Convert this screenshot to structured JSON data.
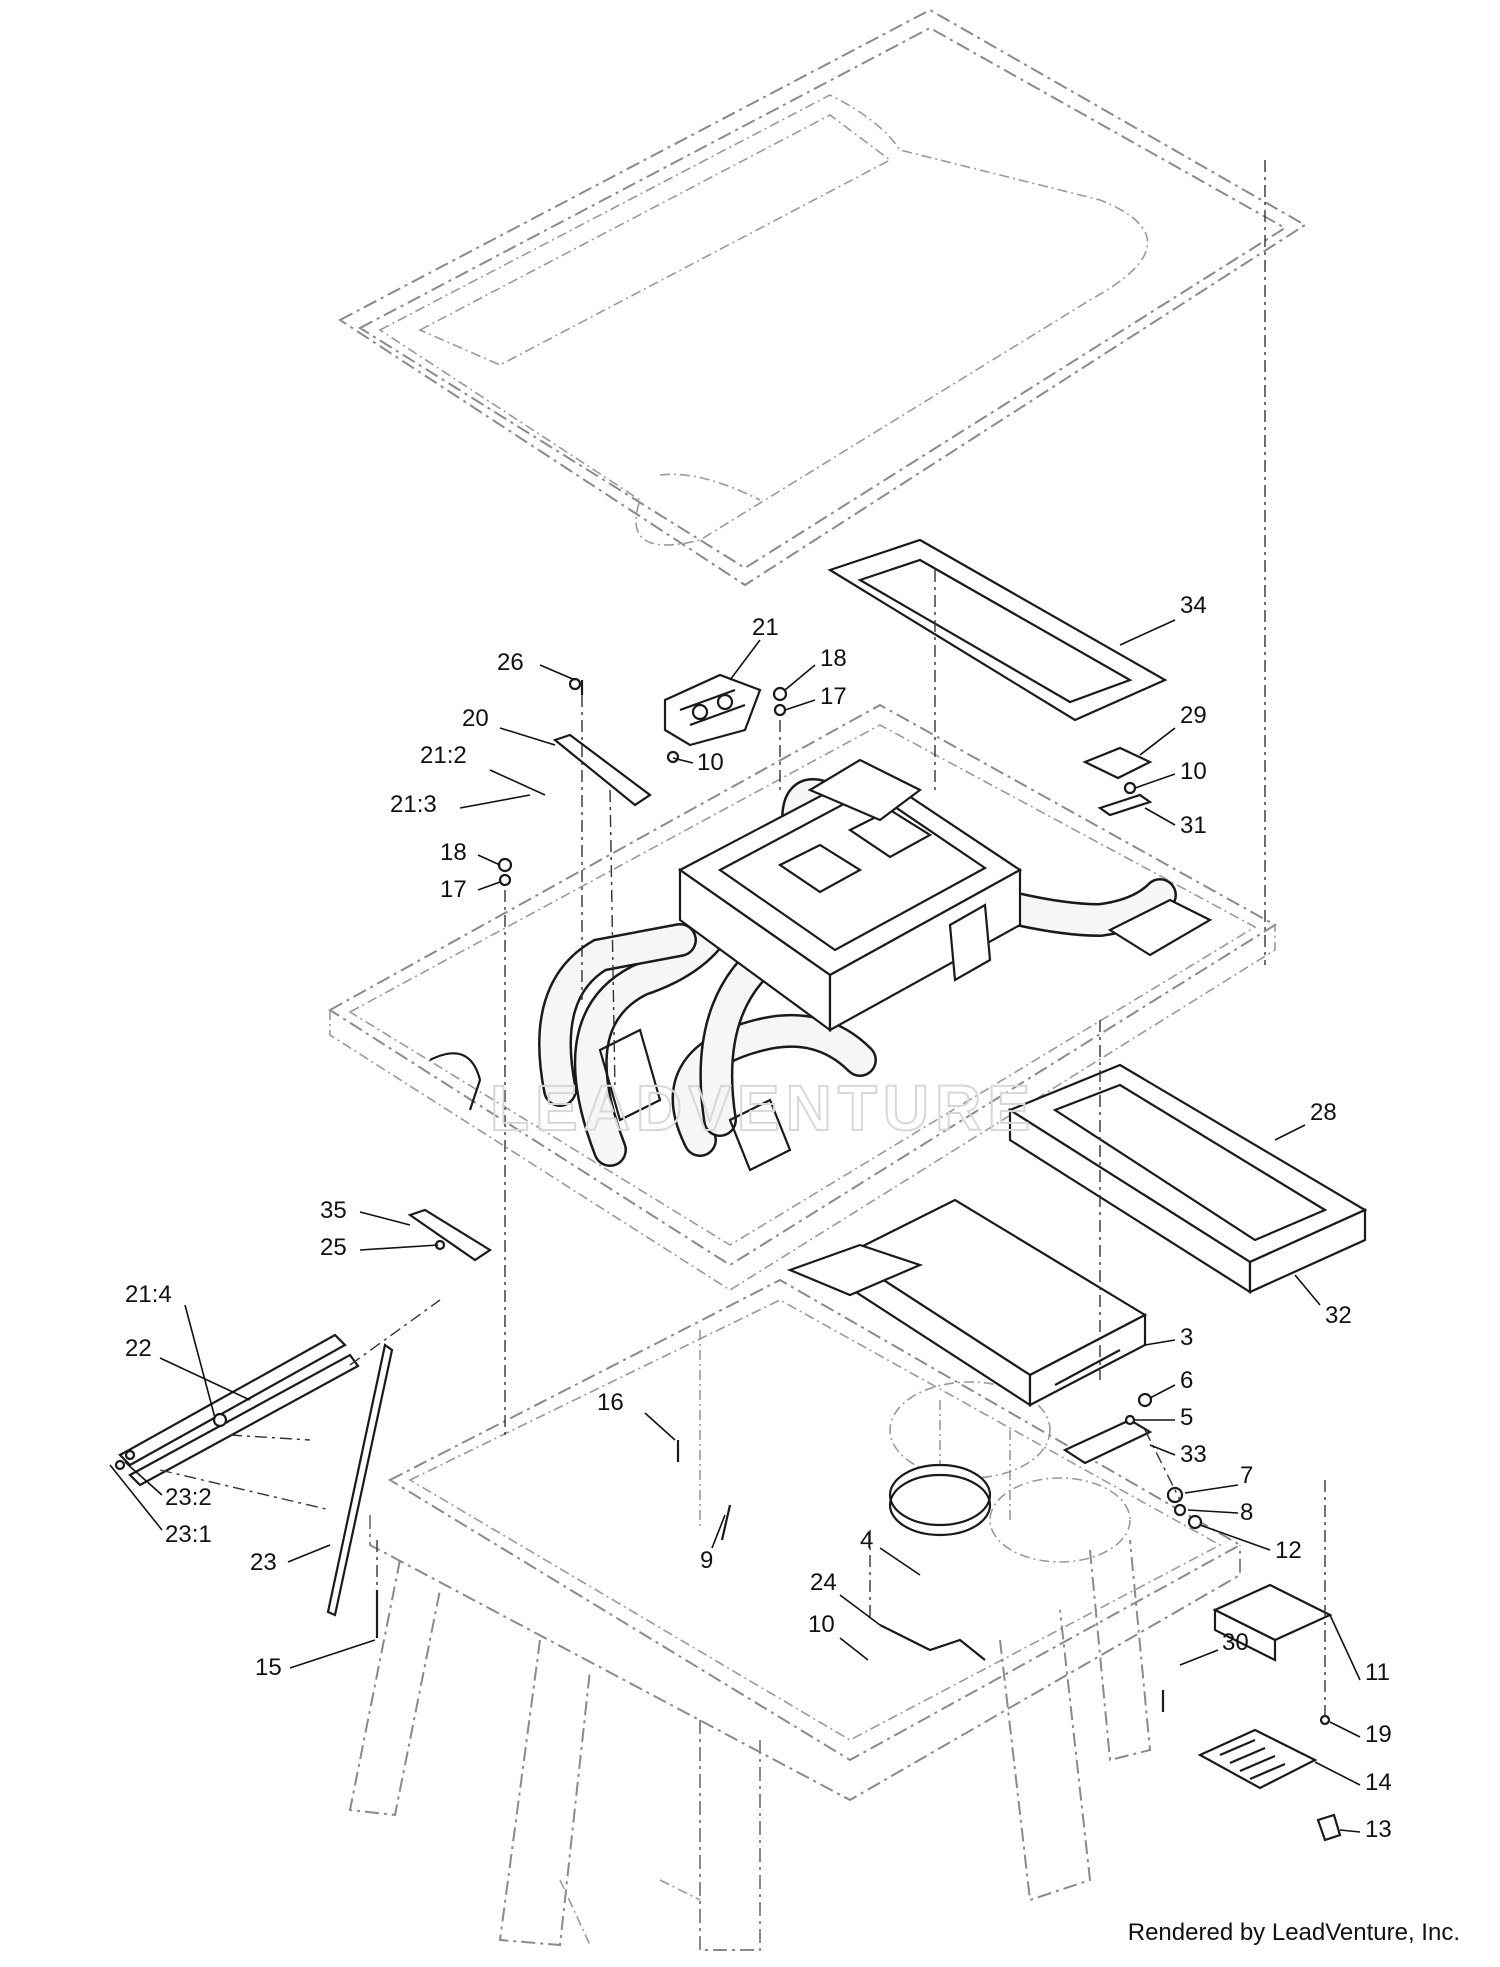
{
  "diagram": {
    "callouts": [
      "34",
      "21",
      "26",
      "18",
      "17",
      "20",
      "10",
      "21:2",
      "21:3",
      "18",
      "17",
      "29",
      "10",
      "31",
      "28",
      "32",
      "35",
      "25",
      "21:4",
      "22",
      "3",
      "6",
      "5",
      "16",
      "33",
      "7",
      "8",
      "23:2",
      "23:1",
      "12",
      "9",
      "4",
      "23",
      "24",
      "10",
      "30",
      "15",
      "11",
      "19",
      "14",
      "13"
    ],
    "watermark": "LEADVENTURE",
    "footer": "Rendered by LeadVenture, Inc."
  }
}
